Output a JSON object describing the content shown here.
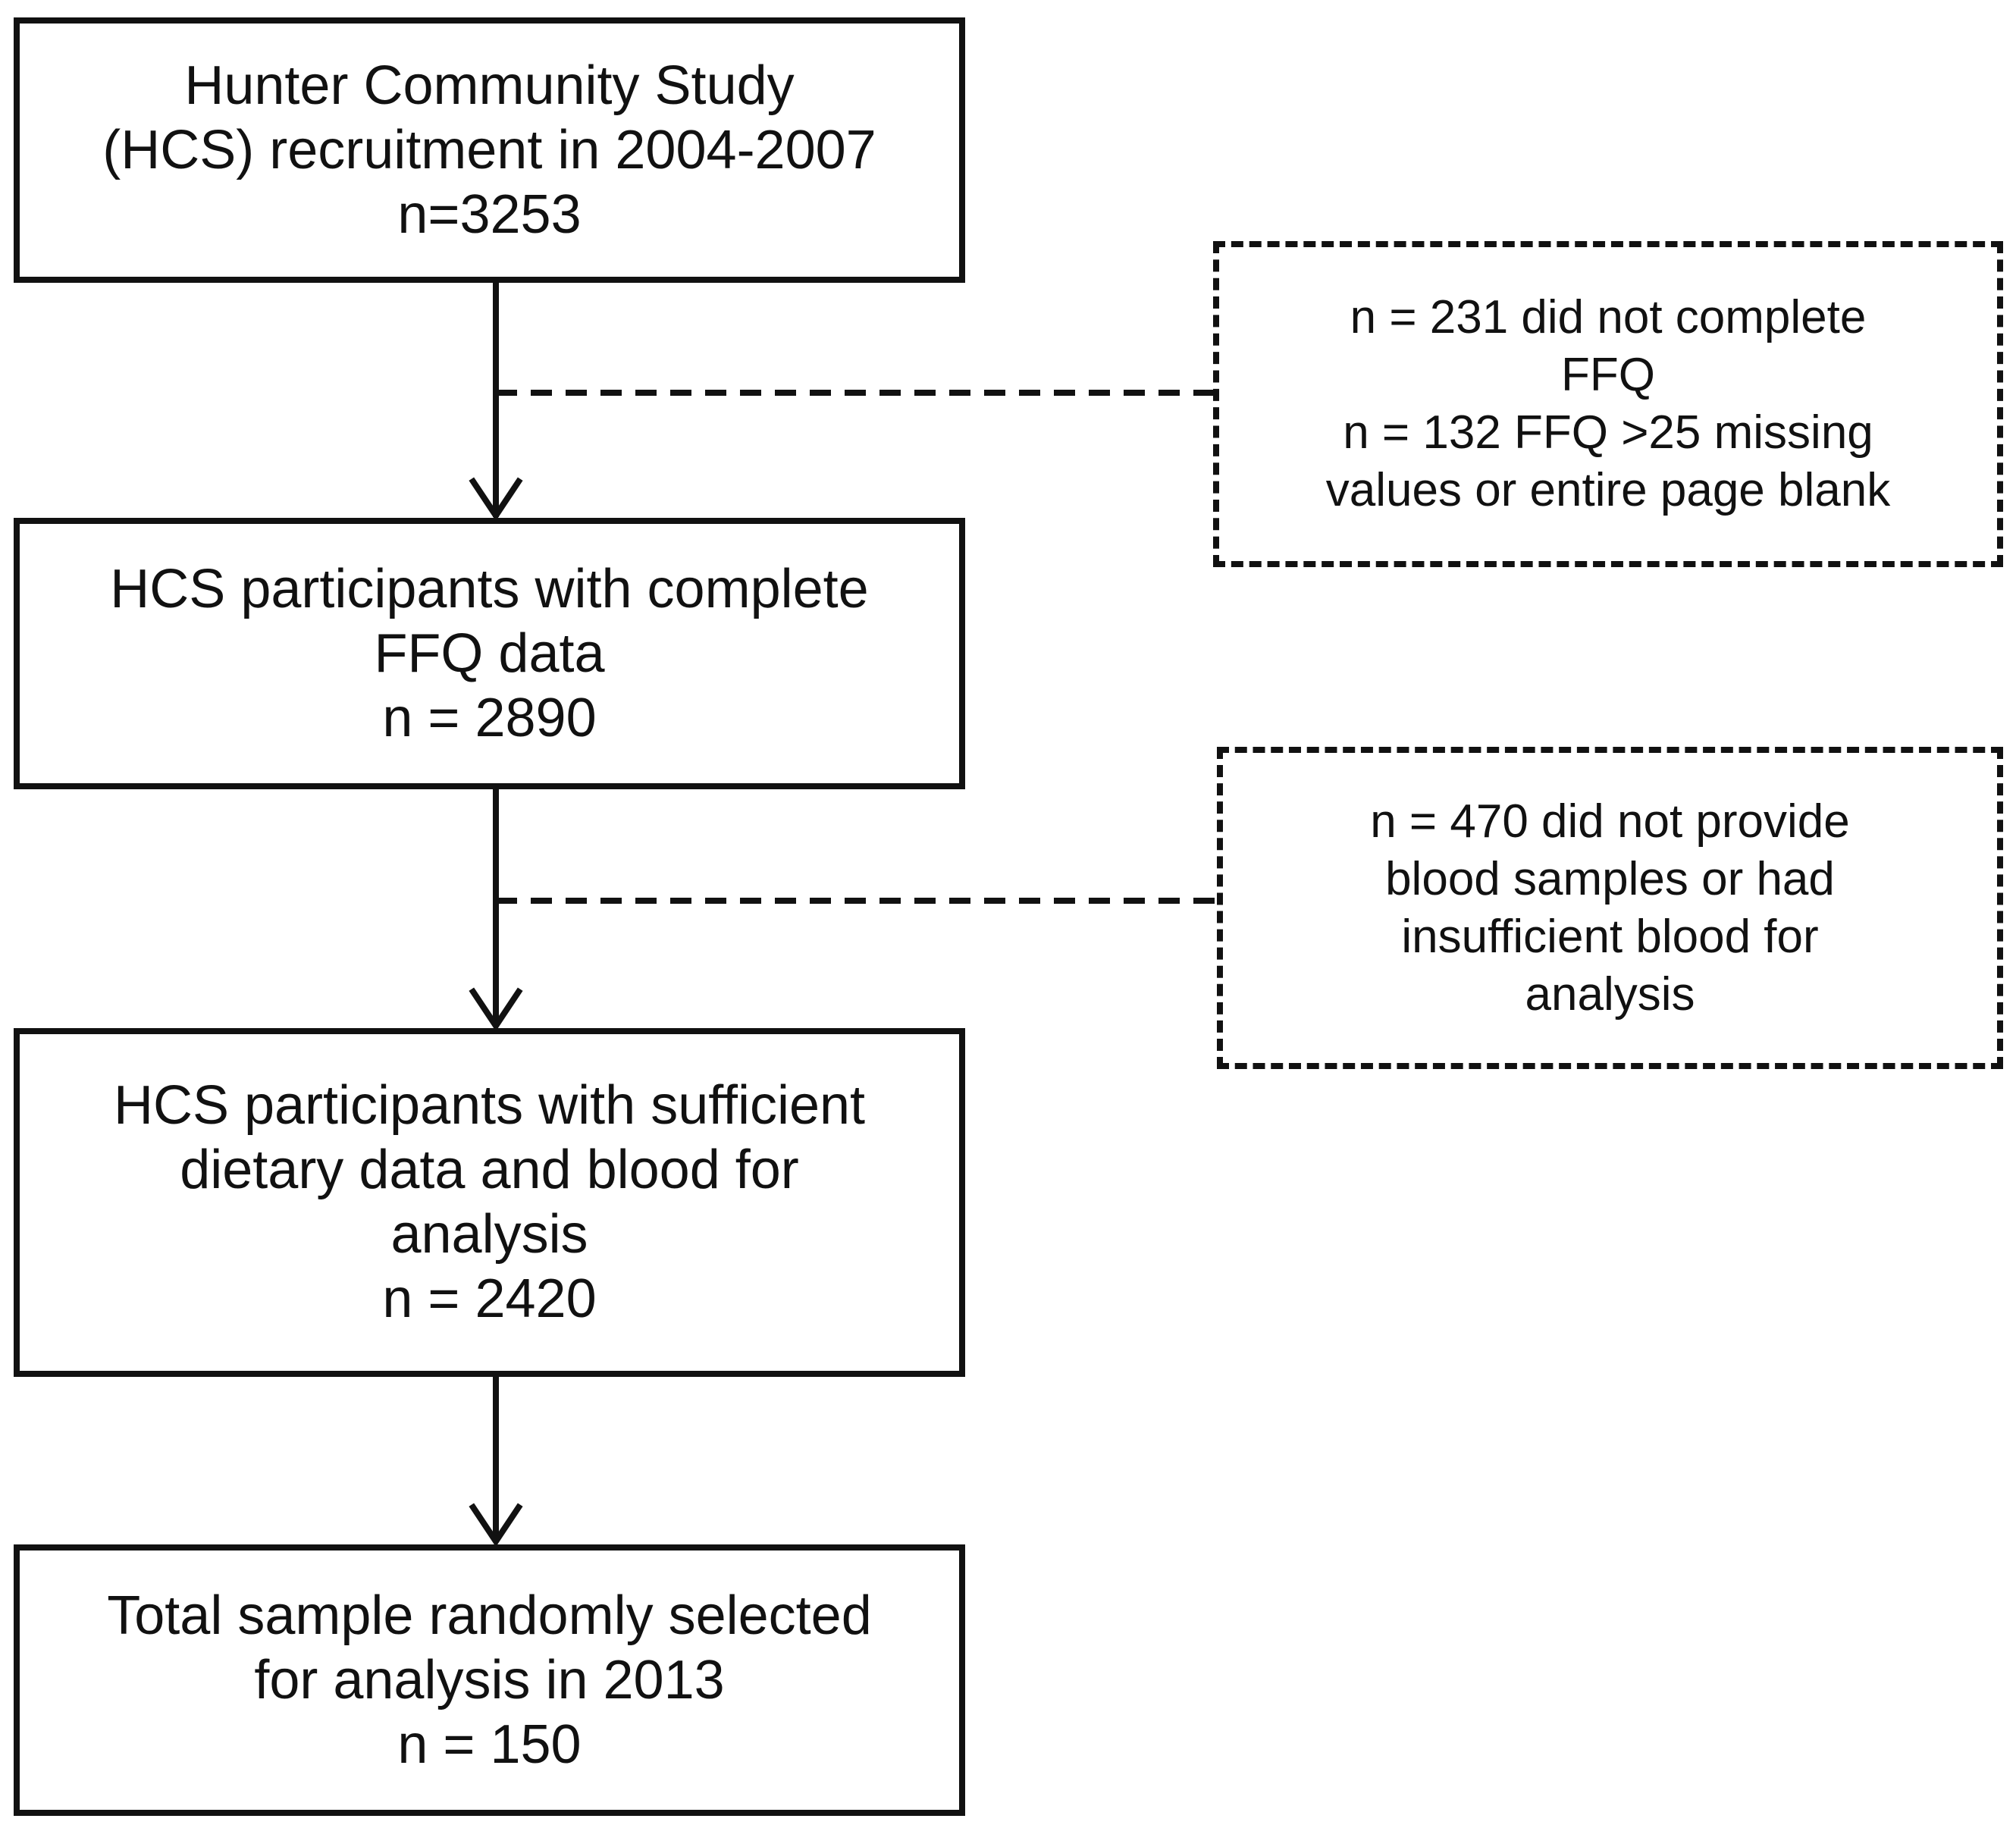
{
  "flowchart": {
    "steps": [
      {
        "lines": [
          "Hunter Community Study",
          "(HCS) recruitment in 2004-2007",
          "n=3253"
        ]
      },
      {
        "lines": [
          "HCS participants with complete",
          "FFQ data",
          "n = 2890"
        ]
      },
      {
        "lines": [
          "HCS participants with sufficient",
          "dietary data and blood for",
          "analysis",
          "n = 2420"
        ]
      },
      {
        "lines": [
          "Total sample randomly selected",
          "for analysis in 2013",
          "n = 150"
        ]
      }
    ],
    "exclusions": [
      {
        "lines": [
          "n = 231 did not complete",
          "FFQ",
          "n = 132 FFQ >25 missing",
          "values or entire page blank"
        ]
      },
      {
        "lines": [
          "n = 470 did not provide",
          "blood samples or had",
          "insufficient blood for",
          "analysis"
        ]
      }
    ]
  }
}
